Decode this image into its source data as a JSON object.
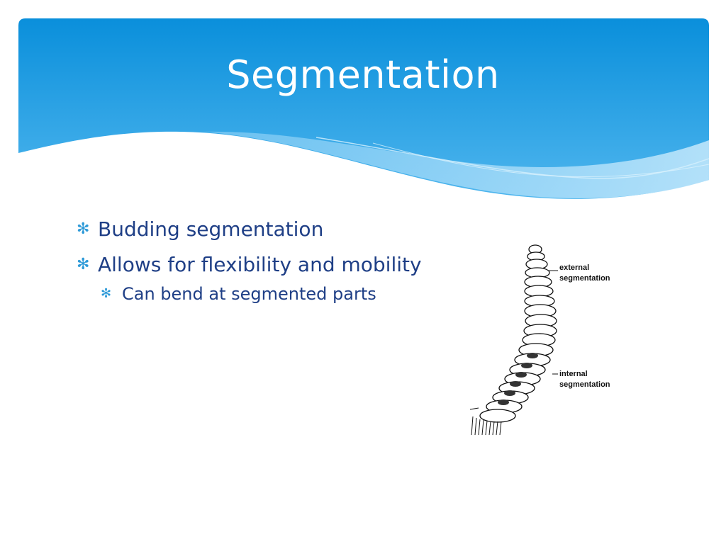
{
  "slide": {
    "title": "Segmentation",
    "bullets": [
      {
        "text": "Budding segmentation",
        "level": 1
      },
      {
        "text": "Allows for flexibility and mobility",
        "level": 1
      },
      {
        "text": "Can bend at segmented parts",
        "level": 2
      }
    ],
    "figure": {
      "label_external": "external\nsegmentation",
      "label_internal": "internal\nsegmentation"
    }
  },
  "theme": {
    "header_top": "#0a90dc",
    "header_bottom": "#5ab9ef",
    "text": "#1f3f86",
    "bullet": "#2e9ad8"
  }
}
